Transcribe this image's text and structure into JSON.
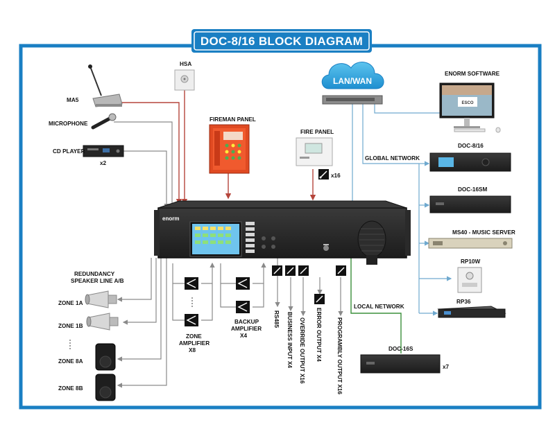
{
  "title": "DOC-8/16 BLOCK DIAGRAM",
  "colors": {
    "frame": "#1a7fc3",
    "title_bg": "#1a7fc3",
    "red_line": "#b5453b",
    "gray_line": "#8a8a8a",
    "blue_line": "#6fa9cf",
    "green_line": "#3a8f3a",
    "device": "#2a2a2a"
  },
  "labels": {
    "ma5": "MA5",
    "microphone": "MICROPHONE",
    "cd_player": "CD PLAYER",
    "cd_count": "x2",
    "hsa": "HSA",
    "fireman_panel": "FIREMAN PANEL",
    "fire_panel": "FIRE PANEL",
    "fire_count": "x16",
    "lan_wan": "LAN/WAN",
    "enorm_software": "ENORM SOFTWARE",
    "global_network": "GLOBAL NETWORK",
    "doc_816": "DOC-8/16",
    "doc_16sm": "DOC-16SM",
    "ms40": "MS40 - MUSIC SERVER",
    "rp10w": "RP10W",
    "rp36": "RP36",
    "local_network": "LOCAL NETWORK",
    "doc_16s": "DOC-16S",
    "doc_16s_count": "x7",
    "redundancy_1": "REDUNDANCY",
    "redundancy_2": "SPEAKER LINE A/B",
    "zone_1a": "ZONE 1A",
    "zone_1b": "ZONE 1B",
    "zone_8a": "ZONE 8A",
    "zone_8b": "ZONE 8B",
    "zone_amp_1": "ZONE",
    "zone_amp_2": "AMPLIFIER",
    "zone_amp_3": "X8",
    "backup_amp_1": "BACKUP",
    "backup_amp_2": "AMPLIFIER",
    "backup_amp_3": "X4",
    "rs485": "RS485",
    "business_input": "BUSINESS INPUT X4",
    "override_output": "OVERRIDE OUTPUT X16",
    "error_output": "ERROR OUTPUT X4",
    "programmable_output": "PROGRAMBLY OUTPUT X16",
    "enorm_logo": "enorm",
    "cloud_small": "ESCO"
  }
}
